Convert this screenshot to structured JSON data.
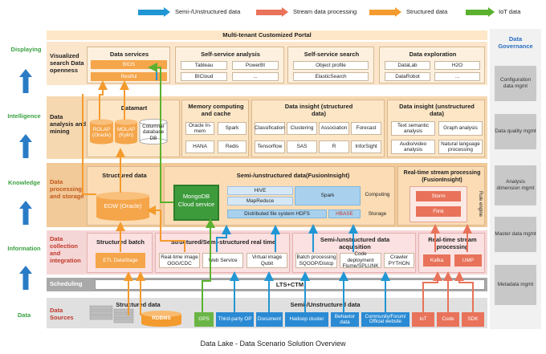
{
  "legend": [
    {
      "label": "Semi-/Unstructured data",
      "color": "#2196d4"
    },
    {
      "label": "Stream data processing",
      "color": "#e8735a"
    },
    {
      "label": "Structured data",
      "color": "#f39b2e"
    },
    {
      "label": "IoT data",
      "color": "#5bb12f"
    }
  ],
  "stages": [
    "Displaying",
    "Intelligence",
    "Knowledge",
    "Information",
    "Data"
  ],
  "portal_title": "Multi-tenant Customized Portal",
  "layers": {
    "visualized": "Visualized search Data openness",
    "analysis": "Data analysis and mining",
    "processing": "Data processing and storage",
    "collection": "Data collection and integration",
    "scheduling": "Scheduling",
    "sources": "Data Sources"
  },
  "data_services": {
    "title": "Data services",
    "bios": "BIOS",
    "restful": "Restful"
  },
  "self_service_analysis": {
    "title": "Self-service analysis",
    "items": [
      "Tableau",
      "PowerBI",
      "BICloud",
      "..."
    ]
  },
  "self_service_search": {
    "title": "Self-service search",
    "items": [
      "Object profile",
      "ElasticSearch"
    ]
  },
  "data_exploration": {
    "title": "Data exploration",
    "items": [
      "DataLab",
      "H2O",
      "DataRobot",
      "..."
    ]
  },
  "datamart": {
    "title": "Datamart",
    "rolap": "ROLAP (Oracle)",
    "molap": "MOLAP (Kylin)",
    "columnar": "Columnar database DB"
  },
  "memory_computing": {
    "title": "Memory computing and cache",
    "items": [
      "Oracle In-mem",
      "Spark",
      "HANA",
      "Redis"
    ]
  },
  "insight_structured": {
    "title": "Data insight (structured data)",
    "items": [
      "Classification",
      "Clustering",
      "Association",
      "Forecast",
      "Tensorflow",
      "SAS",
      "R",
      "InforSight"
    ]
  },
  "insight_unstructured": {
    "title": "Data insight (unstructured data)",
    "items": [
      "Text semantic analysis",
      "Graph analysis",
      "Audio/video analysis",
      "Natural language processing"
    ]
  },
  "structured_data": {
    "title": "Structured data",
    "edw": "EDW (Oracle)"
  },
  "fusion": {
    "title": "Semi-/unstructured data(FusionInsight)",
    "mongodb": "MongoDB Cloud service",
    "hive": "HIVE",
    "mapreduce": "MapReduce",
    "spark": "Spark",
    "computing": "Computing",
    "hdfs": "Distributed file system HDFS",
    "hbase": "HBASE",
    "storage": "Storage"
  },
  "realtime": {
    "title": "Real-time stream processing (FusionInsight)",
    "storm": "Storm",
    "flink": "Flink",
    "rule_engine": "Rule engine"
  },
  "structured_batch": {
    "title": "Structured batch",
    "etl": "ETL DataStage"
  },
  "semi_realtime": {
    "title": "Structured/Semi-structured real time",
    "items": [
      "Real-time image OGG/CDC",
      "Web Service",
      "Virtual image Qubit"
    ]
  },
  "semi_acq": {
    "title": "Semi-/unstructured data acquisition",
    "items": [
      "Batch processing SQOOP/Distcp",
      "Code deployment Flume/SPLUNK",
      "Crawler PYTHON"
    ]
  },
  "rt_collect": {
    "title": "Real-time stream processing",
    "items": [
      "Kafka",
      "UMP"
    ]
  },
  "scheduling_value": "LTS+CTM",
  "sources": {
    "structured_title": "Structured data",
    "rdbms": "RDBMS",
    "semi_title": "Semi-/Unstructured data",
    "items": [
      "GPS",
      "Third-party OP",
      "Document",
      "Hadoop cluster",
      "Behavior data",
      "Community/Forum/ Official website",
      "IoT",
      "Code",
      "SDK"
    ]
  },
  "governance": {
    "title": "Data Governance",
    "items": [
      "Configuration data mgmt",
      "Data quality mgmt",
      "Analysis dimension mgmt",
      "Master data mgmt",
      "Metadata mgmt"
    ]
  },
  "caption": "Data Lake - Data Scenario Solution Overview"
}
